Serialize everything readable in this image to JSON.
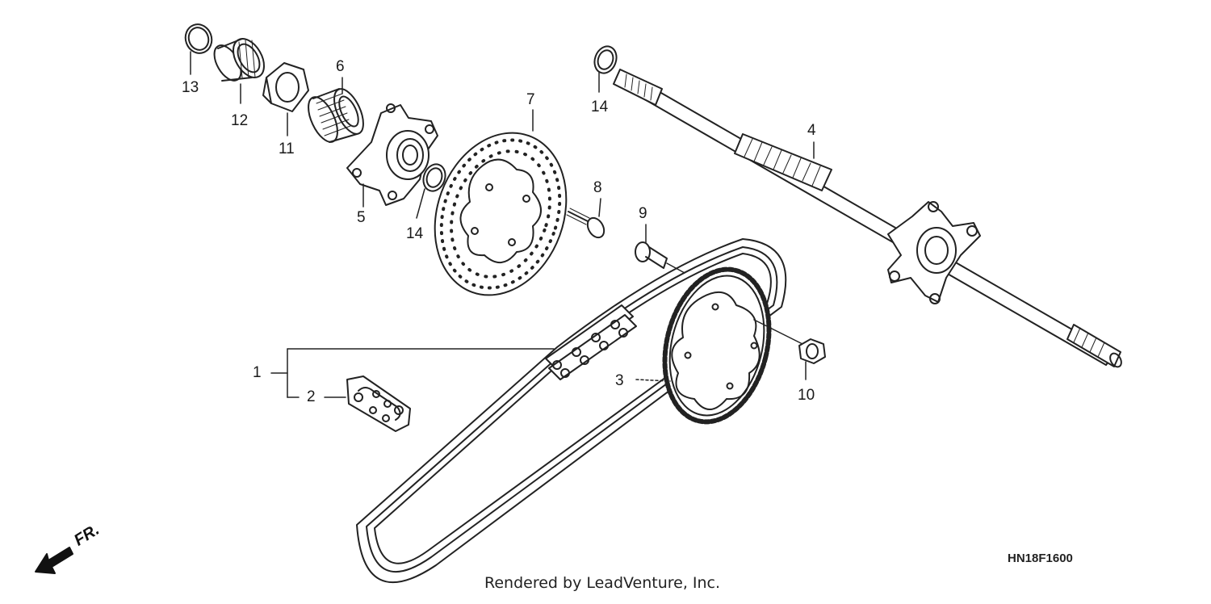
{
  "callouts": {
    "c1": "1",
    "c2": "2",
    "c3": "3",
    "c4": "4",
    "c5": "5",
    "c6": "6",
    "c7": "7",
    "c8": "8",
    "c9": "9",
    "c10": "10",
    "c11": "11",
    "c12": "12",
    "c13": "13",
    "c14a": "14",
    "c14b": "14"
  },
  "direction_label": "FR.",
  "diagram_code": "HN18F1600",
  "credit": "Rendered by LeadVenture, Inc.",
  "colors": {
    "line": "#222222",
    "background": "#ffffff"
  }
}
